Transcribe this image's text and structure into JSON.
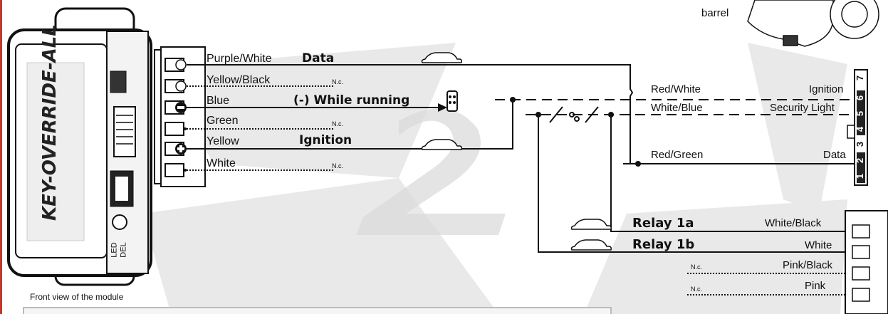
{
  "module": {
    "brand": "KEY-OVERRIDE-ALL",
    "led_label": "LED",
    "del_label": "DEL",
    "caption": "Front view of the module"
  },
  "left_wires": [
    {
      "color": "Purple/White",
      "function": "Data"
    },
    {
      "color": "Yellow/Black",
      "function": "N.c."
    },
    {
      "color": "Blue",
      "function": "(-) While running"
    },
    {
      "color": "Green",
      "function": "N.c."
    },
    {
      "color": "Yellow",
      "function": "Ignition"
    },
    {
      "color": "White",
      "function": "N.c."
    }
  ],
  "harness": [
    {
      "color": "Red/White",
      "function": "Ignition"
    },
    {
      "color": "White/Blue",
      "function": "Security Light"
    },
    {
      "color": "Red/Green",
      "function": "Data"
    }
  ],
  "pins": [
    "7",
    "6",
    "5",
    "4",
    "3",
    "2",
    "1"
  ],
  "barrel_label": "barrel",
  "relays": [
    {
      "name": "Relay 1a",
      "color": "White/Black"
    },
    {
      "name": "Relay 1b",
      "color": "White"
    },
    {
      "name": "N.c.",
      "color": "Pink/Black"
    },
    {
      "name": "N.c.",
      "color": "Pink"
    }
  ],
  "watermark_digit": "2"
}
